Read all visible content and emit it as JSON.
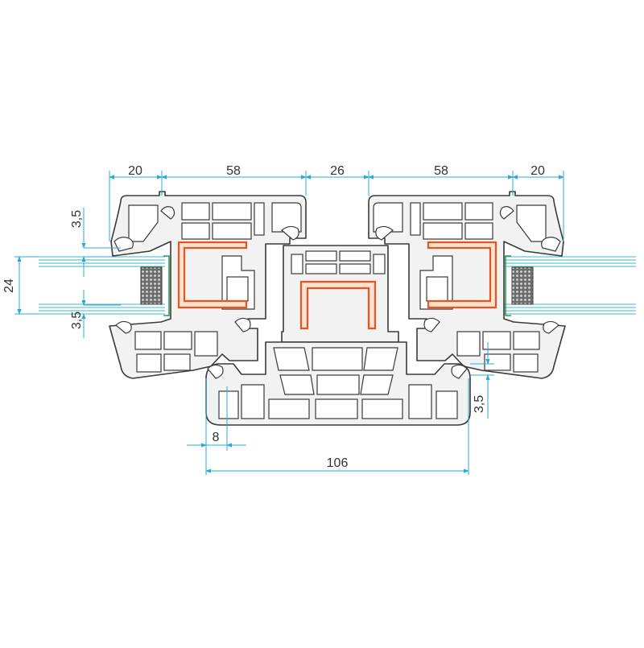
{
  "drawing": {
    "dimensions": {
      "top": [
        "20",
        "58",
        "26",
        "58",
        "20"
      ],
      "left_upper": "3,5",
      "left_glass": "24",
      "left_lower": "3,5",
      "right_step": "3,5",
      "bottom_small": "8",
      "bottom_total": "106"
    },
    "colors": {
      "dimension_line": "#2aa9d8",
      "profile_outline": "#3a3a3a",
      "steel_reinforcement": "#e8541f",
      "glass": "#3cb8c2",
      "glazing_bead_seal": "#2e9c55"
    }
  }
}
